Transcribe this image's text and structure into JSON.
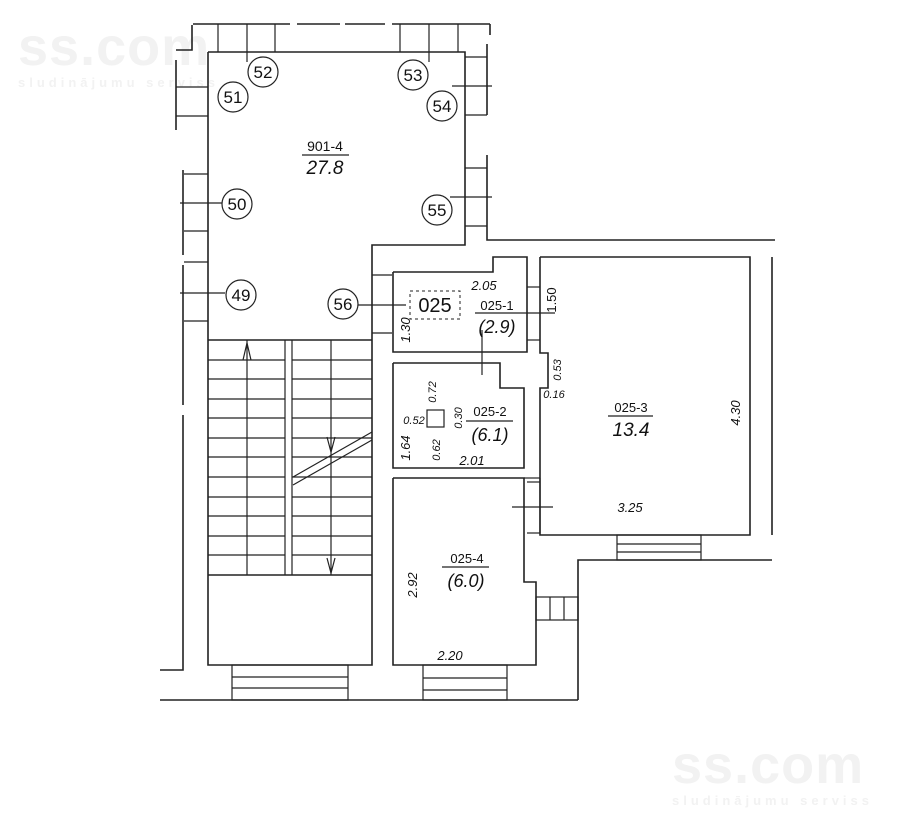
{
  "watermark": {
    "brand": "ss.com",
    "tagline": "sludinājumu serviss"
  },
  "plan": {
    "stairwell": {
      "id": "901-4",
      "area": "27.8",
      "markers": [
        "49",
        "50",
        "51",
        "52",
        "53",
        "54",
        "55",
        "56"
      ]
    },
    "apartment_code": "025",
    "rooms": [
      {
        "id": "025-1",
        "area": "(2.9)",
        "dims": [
          "2.05",
          "1.30",
          "1.50"
        ]
      },
      {
        "id": "025-2",
        "area": "(6.1)",
        "dims": [
          "0.72",
          "0.52",
          "0.30",
          "1.64",
          "0.62",
          "2.01"
        ]
      },
      {
        "id": "025-3",
        "area": "13.4",
        "dims": [
          "0.53",
          "0.16",
          "4.30",
          "3.25"
        ]
      },
      {
        "id": "025-4",
        "area": "(6.0)",
        "dims": [
          "2.92",
          "2.20"
        ]
      }
    ]
  }
}
